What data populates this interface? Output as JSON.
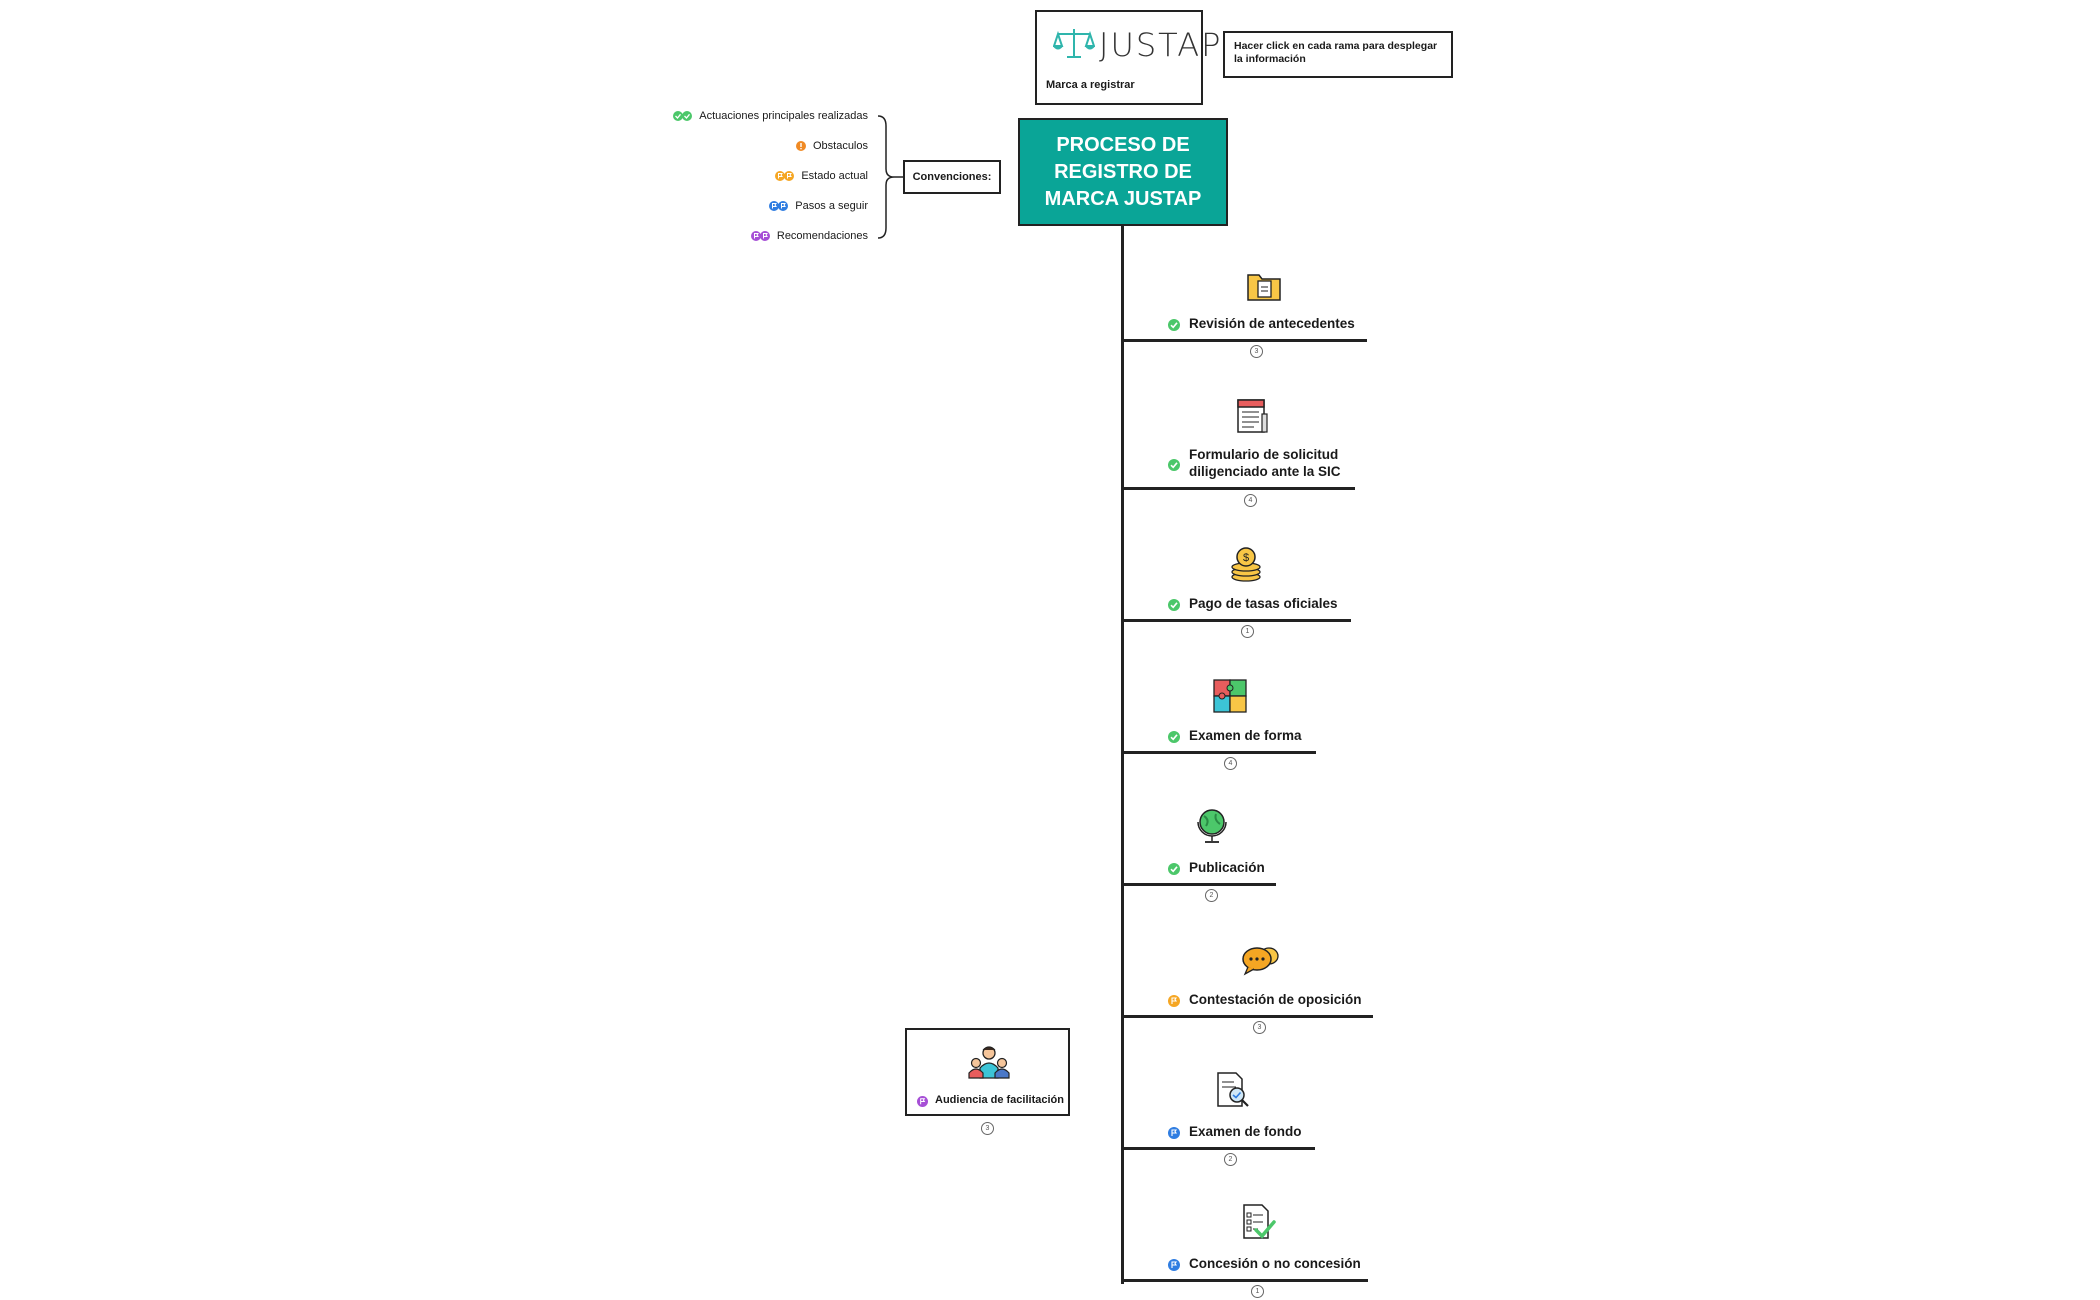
{
  "header": {
    "logo_text": "JUSTAP",
    "logo_caption": "Marca a registrar",
    "hint": "Hacer click en cada rama para desplegar la información",
    "root_title": "PROCESO DE REGISTRO DE MARCA JUSTAP"
  },
  "conventions": {
    "label": "Convenciones:",
    "items": [
      {
        "label": "Actuaciones principales realizadas",
        "color": "#4cc76a",
        "icon": "double-check-icon"
      },
      {
        "label": "Obstaculos",
        "color": "#f08a24",
        "icon": "warning-icon"
      },
      {
        "label": "Estado actual",
        "color": "#f5a623",
        "icon": "flag-pair-icon"
      },
      {
        "label": "Pasos a seguir",
        "color": "#2f7de1",
        "icon": "flag-pair-icon"
      },
      {
        "label": "Recomendaciones",
        "color": "#a64fd6",
        "icon": "flag-pair-icon"
      }
    ]
  },
  "branches": [
    {
      "label": "Revisión de antecedentes",
      "count": "3",
      "status_color": "#4cc76a",
      "icon": "folder-document-icon"
    },
    {
      "label": "Formulario de solicitud diligenciado ante la SIC",
      "count": "4",
      "status_color": "#4cc76a",
      "icon": "form-notepad-icon"
    },
    {
      "label": "Pago de tasas oficiales",
      "count": "1",
      "status_color": "#4cc76a",
      "icon": "coins-icon"
    },
    {
      "label": "Examen de forma",
      "count": "4",
      "status_color": "#4cc76a",
      "icon": "puzzle-icon"
    },
    {
      "label": "Publicación",
      "count": "2",
      "status_color": "#4cc76a",
      "icon": "globe-icon"
    },
    {
      "label": "Contestación de oposición",
      "count": "3",
      "status_color": "#f5a623",
      "icon": "chat-bubbles-icon"
    },
    {
      "label": "Examen de fondo",
      "count": "2",
      "status_color": "#2f7de1",
      "icon": "document-search-icon"
    },
    {
      "label": "Concesión o no concesión",
      "count": "1",
      "status_color": "#2f7de1",
      "icon": "checklist-icon"
    }
  ],
  "floating": {
    "label": "Audiencia de facilitación",
    "count": "3",
    "status_color": "#a64fd6",
    "icon": "people-group-icon"
  }
}
